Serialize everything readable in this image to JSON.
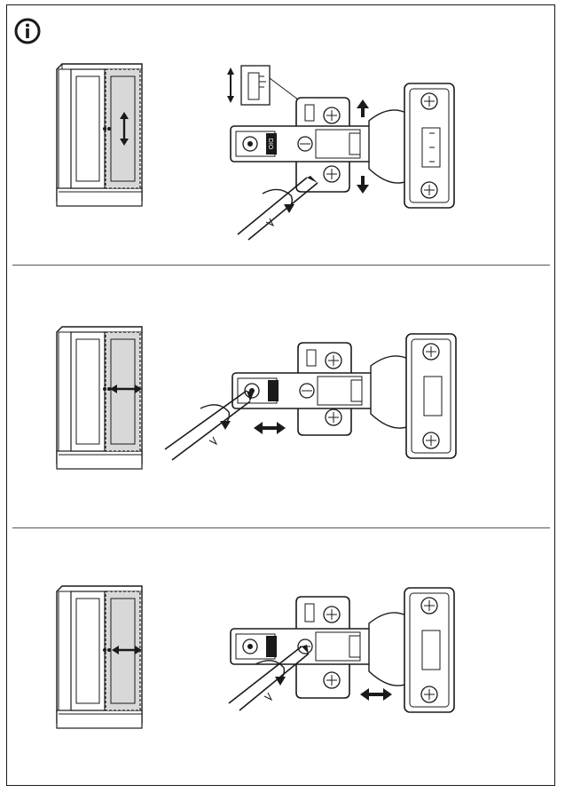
{
  "page": {
    "info_icon": "info-icon",
    "labels": {
      "step1": "",
      "step2": "",
      "step3": ""
    },
    "hinge_marking": "DIO",
    "colors": {
      "ink": "#1a1a1a",
      "tint": "#d8d8d8",
      "paper": "#ffffff"
    },
    "steps": [
      {
        "id": "vertical-adjustment",
        "arrow_direction": "up-down"
      },
      {
        "id": "depth-adjustment",
        "arrow_direction": "left-right"
      },
      {
        "id": "side-adjustment",
        "arrow_direction": "left-right"
      }
    ]
  }
}
